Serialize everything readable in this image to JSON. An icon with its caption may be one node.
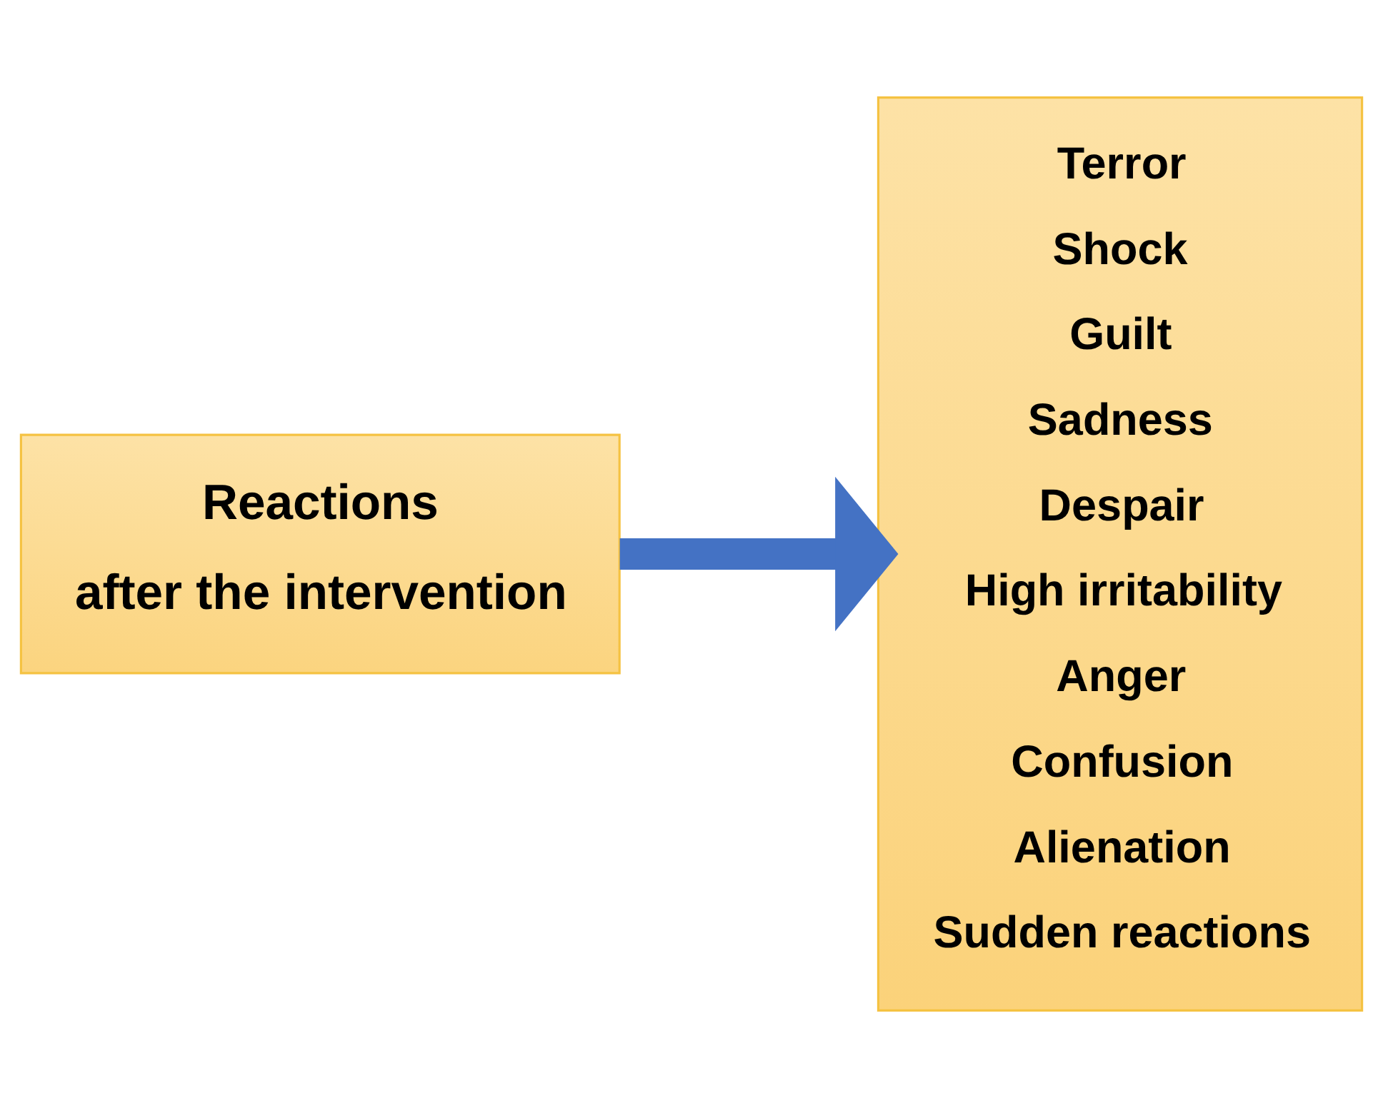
{
  "diagram": {
    "nodes": [
      {
        "text": [
          "Reactions",
          "after the intervention"
        ]
      },
      {
        "text": [
          "Terror",
          "Shock",
          "Guilt",
          "Sadness",
          "Despair",
          "High irritability",
          "Anger",
          "Confusion",
          "Alienation",
          "Sudden reactions"
        ]
      }
    ],
    "edges": [
      {
        "from": 0,
        "to": 1,
        "arrow": "to"
      }
    ]
  }
}
